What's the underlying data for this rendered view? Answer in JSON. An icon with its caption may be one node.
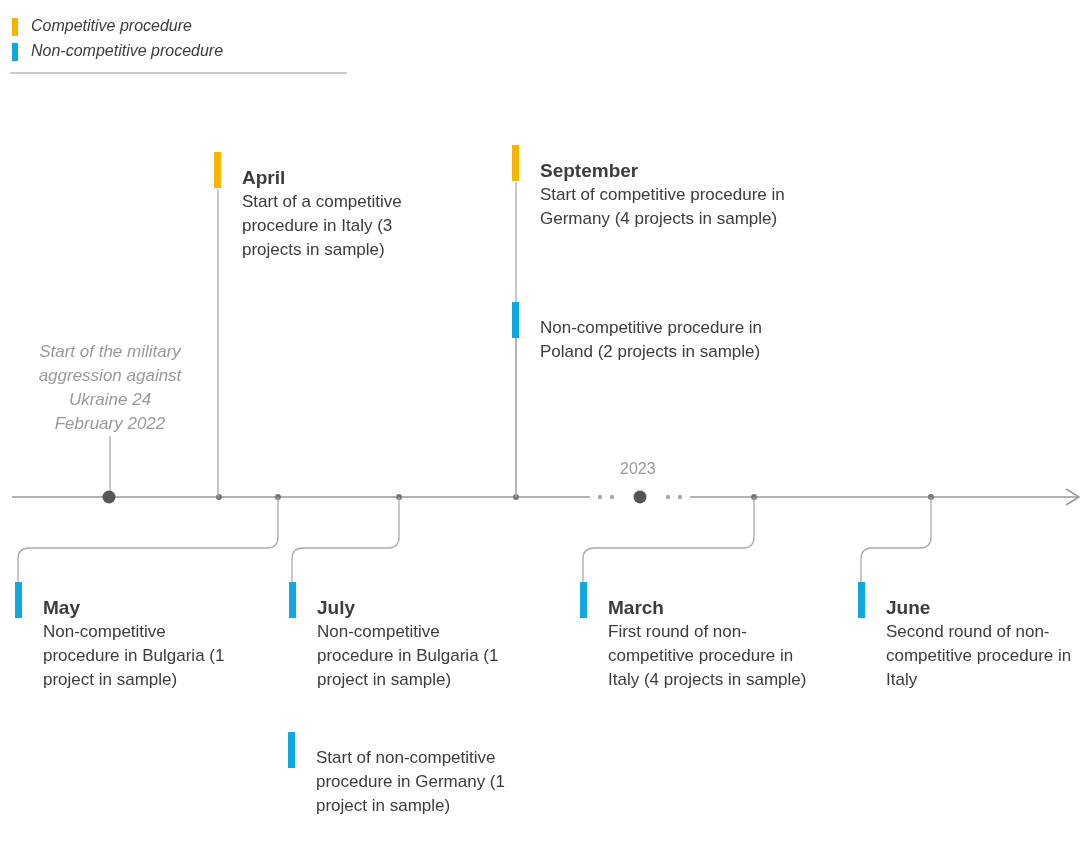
{
  "diagram": {
    "nodes": [
      {
        "text": [
          "April",
          "Start of a competitive procedure in Italy (3 projects in sample)"
        ]
      },
      {
        "text": [
          "September",
          "Start of competitive procedure in Germany (4 projects in sample)"
        ]
      },
      {
        "text": [
          "Non-competitive procedure in Poland (2 projects in sample)"
        ]
      },
      {
        "text": [
          "Start of the military aggression against Ukraine 24 February 2022"
        ]
      },
      {
        "text": [
          "May",
          "Non-competitive procedure in Bulgaria (1 project in sample)"
        ]
      },
      {
        "text": [
          "July",
          "Non-competitive procedure in Bulgaria (1 project in sample)"
        ]
      },
      {
        "text": [
          "Start of non-competitive procedure in Germany (1 project in sample)"
        ]
      },
      {
        "text": [
          "March",
          "First round of non-competitive procedure in Italy (4 projects in sample)"
        ]
      },
      {
        "text": [
          "June",
          "Second round of non-competitive procedure in Italy"
        ]
      }
    ],
    "edges": [
      {
        "from": 0,
        "to": null,
        "arrow": "none"
      },
      {
        "from": 1,
        "to": null,
        "arrow": "none"
      },
      {
        "from": 2,
        "to": null,
        "arrow": "none"
      },
      {
        "from": 3,
        "to": null,
        "arrow": "none"
      },
      {
        "from": 4,
        "to": null,
        "arrow": "none"
      },
      {
        "from": 5,
        "to": null,
        "arrow": "none"
      },
      {
        "from": 7,
        "to": null,
        "arrow": "none"
      },
      {
        "from": 8,
        "to": null,
        "arrow": "none"
      }
    ],
    "labels": [
      "2023"
    ],
    "legend": [
      {
        "text": "Competitive procedure",
        "color": "#f7b500"
      },
      {
        "text": "Non-competitive procedure",
        "color": "#10a8e0"
      }
    ]
  }
}
